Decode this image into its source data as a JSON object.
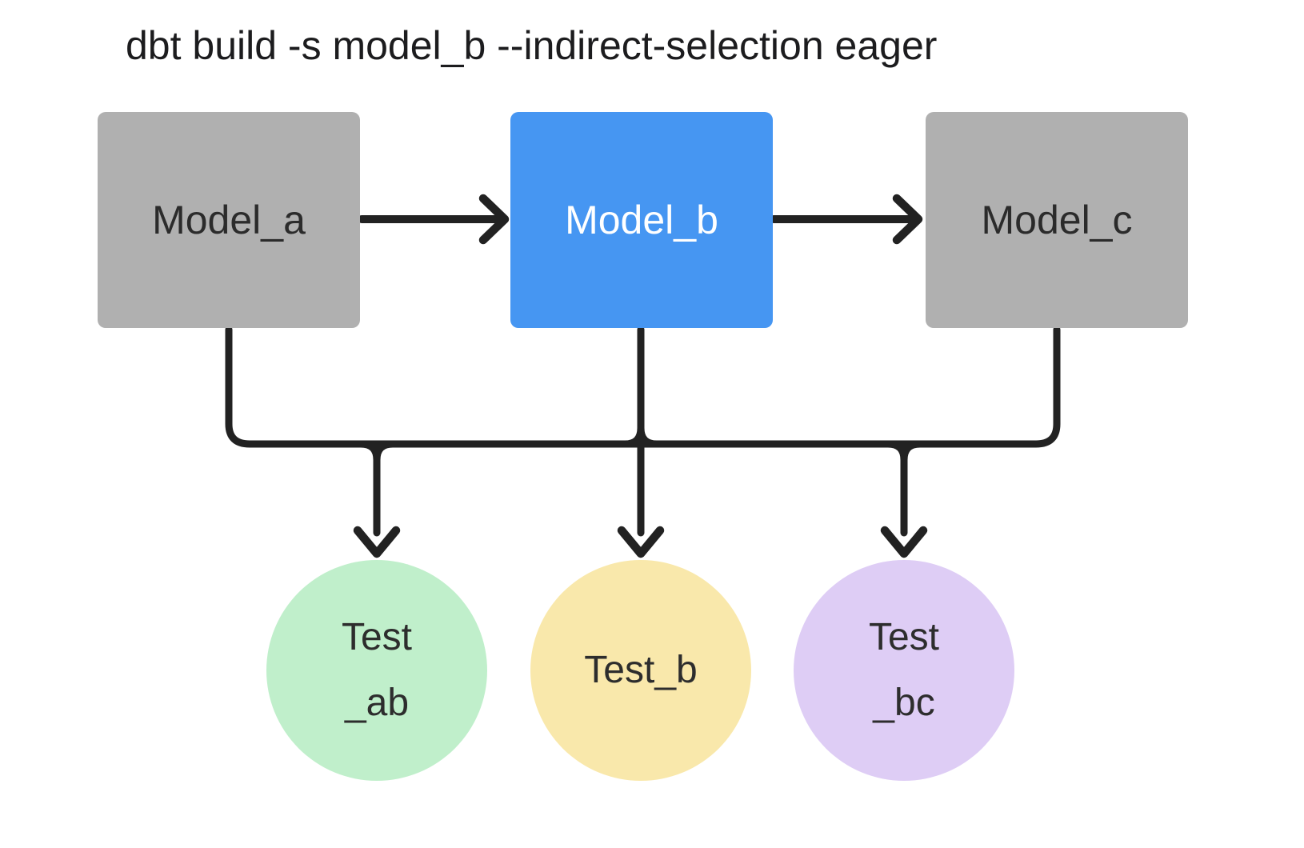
{
  "title": "dbt build -s model_b --indirect-selection eager",
  "diagram": {
    "models": [
      {
        "id": "model_a",
        "label": "Model_a",
        "selected": false
      },
      {
        "id": "model_b",
        "label": "Model_b",
        "selected": true
      },
      {
        "id": "model_c",
        "label": "Model_c",
        "selected": false
      }
    ],
    "tests": [
      {
        "id": "test_ab",
        "label_line1": "Test",
        "label_line2": "_ab",
        "color": "#C0EFCB"
      },
      {
        "id": "test_b",
        "label_line1": "Test_b",
        "label_line2": "",
        "color": "#F9E8AB"
      },
      {
        "id": "test_bc",
        "label_line1": "Test",
        "label_line2": "_bc",
        "color": "#DECDF5"
      }
    ],
    "edges": [
      "model_a -> model_b",
      "model_b -> model_c",
      "model_a -> test_ab",
      "model_b -> test_ab",
      "model_b -> test_b",
      "model_b -> test_bc",
      "model_c -> test_bc"
    ]
  },
  "colors": {
    "background": "#FFFFFF",
    "model_default": "#B0B0B0",
    "model_selected": "#4696F2",
    "model_default_text": "#2B2B2B",
    "model_selected_text": "#FFFFFF",
    "test_text": "#2D2D2D",
    "edge": "#222222",
    "title_text": "#1C1C1E"
  }
}
